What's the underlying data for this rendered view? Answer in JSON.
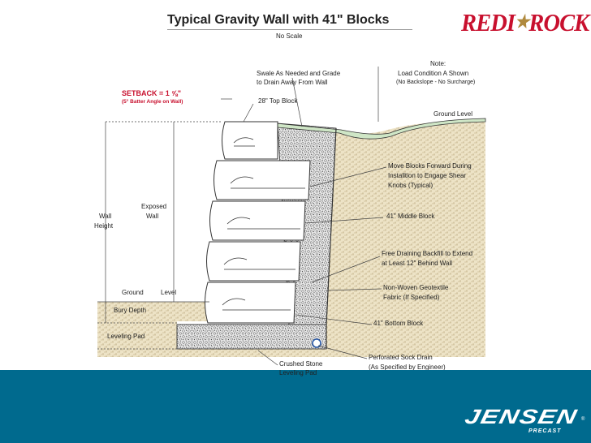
{
  "title": "Typical Gravity Wall with 41\" Blocks",
  "subtitle": "No Scale",
  "brand": {
    "name_left": "REDI",
    "name_right": "ROCK",
    "star": "★"
  },
  "setback": {
    "label": "SETBACK = 1 ⅝\"",
    "note": "(5° Batter Angle on Wall)"
  },
  "note": {
    "heading": "Note:",
    "line1": "Load Condition A Shown",
    "line2": "(No Backslope - No Surcharge)"
  },
  "labels": {
    "swale_line1": "Swale As Needed and Grade",
    "swale_line2": "to Drain Away From Wall",
    "top_block": "28\" Top Block",
    "ground_level_right": "Ground Level",
    "move_line1": "Move Blocks Forward During",
    "move_line2": "Installtion to Engage Shear",
    "move_line3": "Knobs (Typical)",
    "middle_block": "41\" Middle Block",
    "backfill_line1": "Free Draining Backfill to Extend",
    "backfill_line2": "at Least 12\" Behind Wall",
    "geotextile_line1": "Non-Woven Geotextile",
    "geotextile_line2": "Fabric (If Specified)",
    "bottom_block": "41\" Bottom Block",
    "drain_line1": "Perforated Sock Drain",
    "drain_line2": "(As Specified by Engineer)",
    "pad_line1": "Crushed Stone",
    "pad_line2": "Leveling Pad",
    "wall_height_line1": "Wall",
    "wall_height_line2": "Height",
    "exposed_line1": "Exposed",
    "exposed_line2": "Wall",
    "ground_left_1": "Ground",
    "ground_left_2": "Level",
    "bury_depth": "Bury Depth",
    "leveling_pad": "Leveling Pad"
  },
  "footer": {
    "brand": "JENSEN",
    "sub": "PRECAST",
    "reg": "®",
    "color": "#006a8e"
  },
  "colors": {
    "soil": "#ede3c6",
    "gravel": "#d4d4d4",
    "grass": "#cfe6c6",
    "accent": "#c8102e"
  }
}
